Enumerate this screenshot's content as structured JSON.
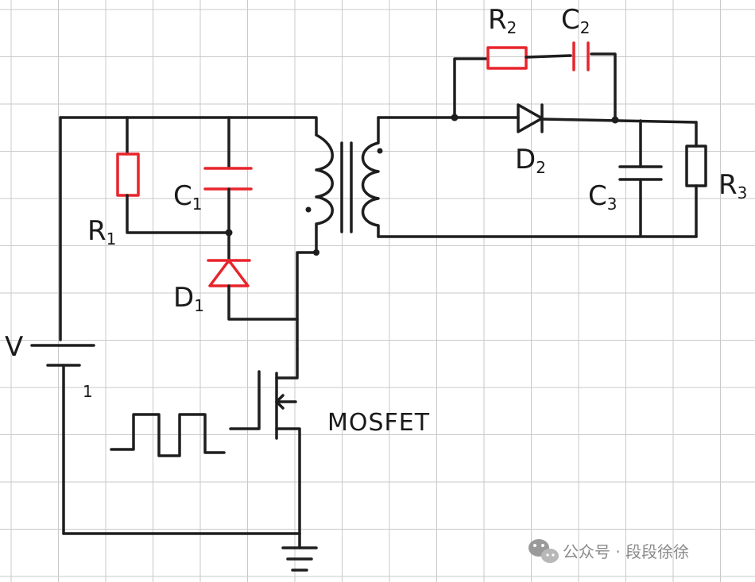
{
  "labels": {
    "v": "V",
    "battery_minus": "1",
    "r1": "R",
    "r1_sub": "1",
    "c1": "C",
    "c1_sub": "1",
    "d1": "D",
    "d1_sub": "1",
    "mosfet": "MOSFET",
    "r2": "R",
    "r2_sub": "2",
    "c2": "C",
    "c2_sub": "2",
    "d2": "D",
    "d2_sub": "2",
    "c3": "C",
    "c3_sub": "3",
    "r3": "R",
    "r3_sub": "3"
  },
  "watermark": "公众号 · 段段徐徐",
  "colors": {
    "wire": "#1e1e1e",
    "snubber_red": "#e8242c",
    "grid": "#c9c9c9",
    "background": "#ffffff"
  }
}
